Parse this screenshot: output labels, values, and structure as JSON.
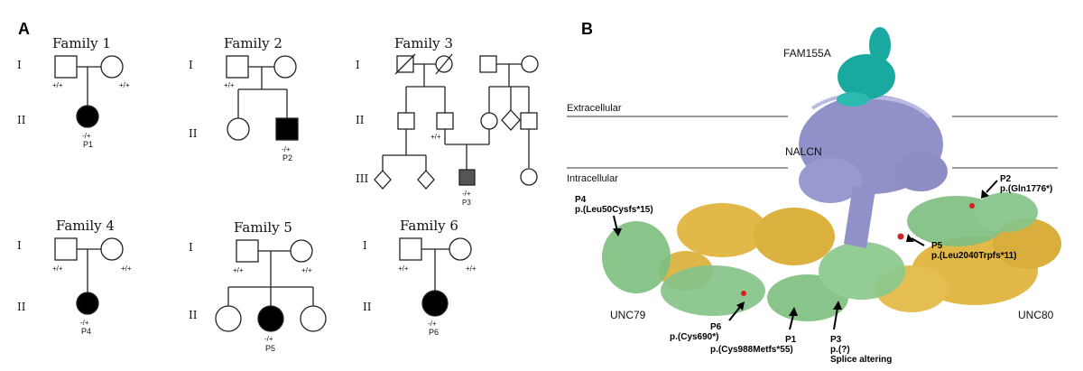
{
  "panel_a": {
    "label": "A",
    "generations": [
      "I",
      "II",
      "III"
    ],
    "families": [
      {
        "title": "Family 1",
        "genotypes": [
          "+/+",
          "+/+",
          "-/+"
        ],
        "patient": "P1"
      },
      {
        "title": "Family 2",
        "genotypes": [
          "+/+",
          "-/+"
        ],
        "patient": "P2"
      },
      {
        "title": "Family 3",
        "genotypes": [
          "+/+",
          "-/+"
        ],
        "patient": "P3"
      },
      {
        "title": "Family 4",
        "genotypes": [
          "+/+",
          "+/+",
          "-/+"
        ],
        "patient": "P4"
      },
      {
        "title": "Family 5",
        "genotypes": [
          "+/+",
          "+/+",
          "-/+"
        ],
        "patient": "P5"
      },
      {
        "title": "Family 6",
        "genotypes": [
          "+/+",
          "+/+",
          "-/+"
        ],
        "patient": "P6"
      }
    ]
  },
  "panel_b": {
    "label": "B",
    "proteins": {
      "fam155a": "FAM155A",
      "nalcn": "NALCN",
      "unc79": "UNC79",
      "unc80": "UNC80"
    },
    "membrane": {
      "extracellular": "Extracellular",
      "intracellular": "Intracellular"
    },
    "variants": [
      {
        "patient": "P1",
        "change": "p.(Cys988Metfs*55)"
      },
      {
        "patient": "P2",
        "change": "p.(Gln1776*)"
      },
      {
        "patient": "P3",
        "change": "p.(?)",
        "note": "Splice altering"
      },
      {
        "patient": "P4",
        "change": "p.(Leu50Cysfs*15)"
      },
      {
        "patient": "P5",
        "change": "p.(Leu2040Trpfs*11)"
      },
      {
        "patient": "P6",
        "change": "p.(Cys690*)"
      }
    ],
    "colors": {
      "fam155a": "#1aa9a0",
      "nalcn": "#8f91c8",
      "unc79": "#7fbf82",
      "unc80": "#e0b43a",
      "mutation": "#d62020"
    }
  }
}
